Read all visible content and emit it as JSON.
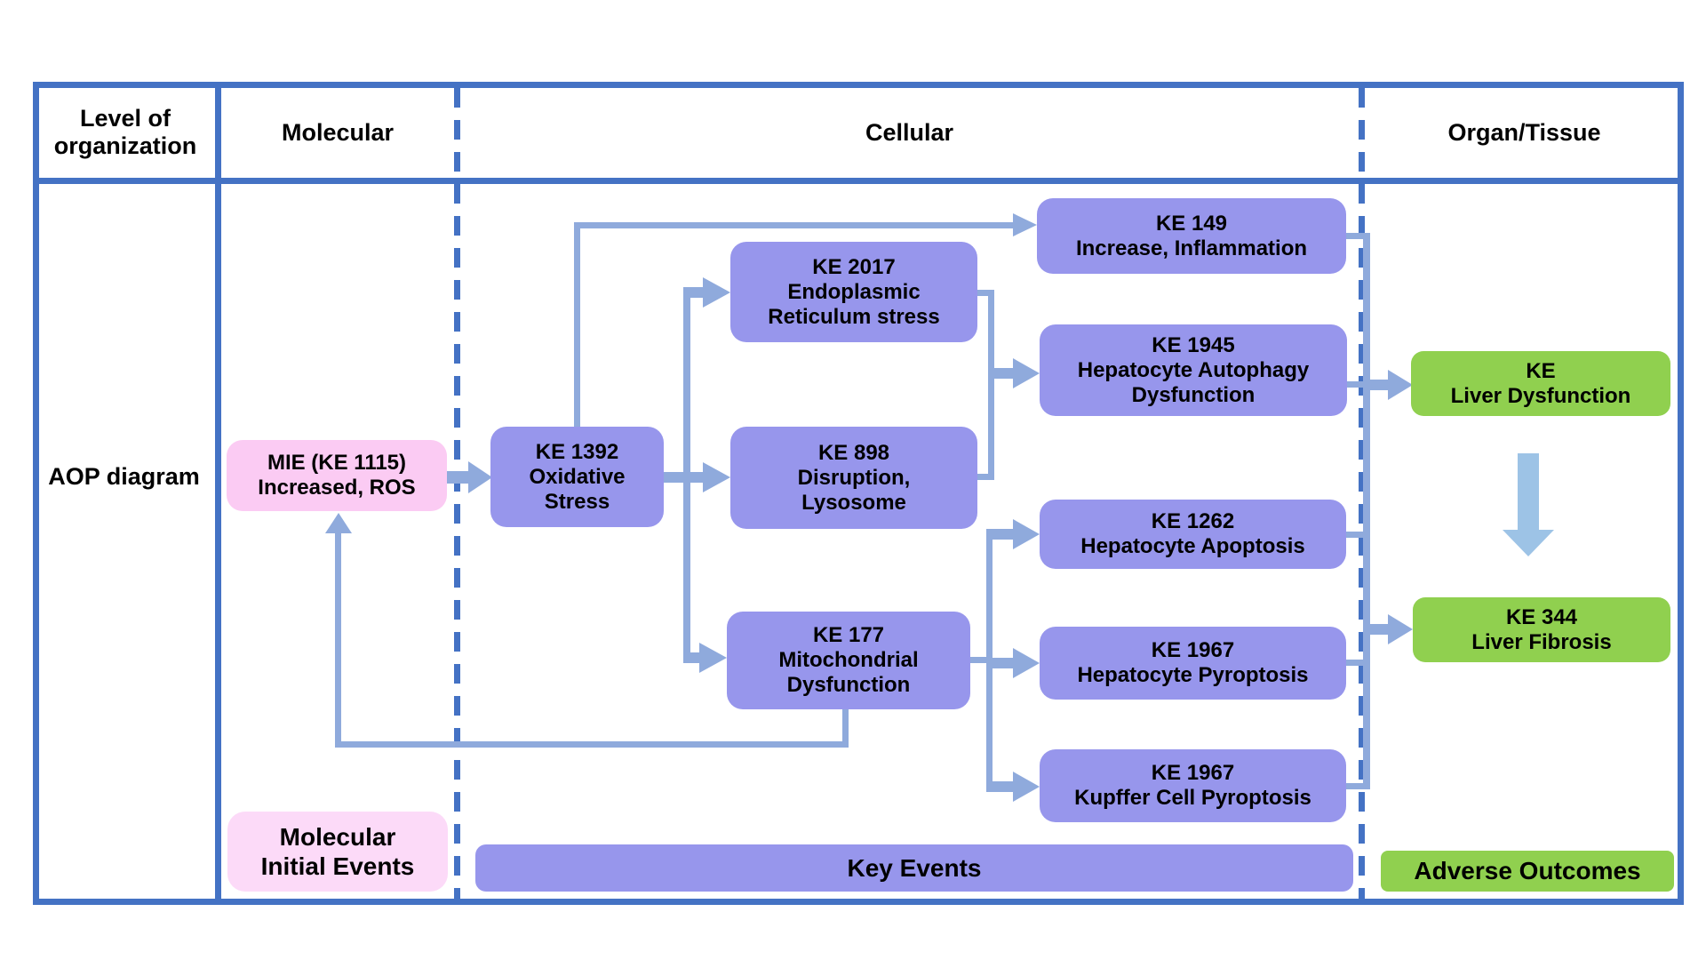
{
  "header": {
    "col1": "Level of organization",
    "col2": "Molecular",
    "col3": "Cellular",
    "col4": "Organ/Tissue"
  },
  "row_label": "AOP diagram",
  "nodes": {
    "mie": {
      "lines": [
        "MIE (KE 1115)",
        "Increased, ROS"
      ]
    },
    "ke1392": {
      "lines": [
        "KE 1392",
        "Oxidative",
        "Stress"
      ]
    },
    "ke2017": {
      "lines": [
        "KE 2017",
        "Endoplasmic",
        "Reticulum stress"
      ]
    },
    "ke898": {
      "lines": [
        "KE 898",
        "Disruption,",
        "Lysosome"
      ]
    },
    "ke177": {
      "lines": [
        "KE 177",
        "Mitochondrial",
        "Dysfunction"
      ]
    },
    "ke149": {
      "lines": [
        "KE 149",
        "Increase, Inflammation"
      ]
    },
    "ke1945": {
      "lines": [
        "KE 1945",
        "Hepatocyte Autophagy",
        "Dysfunction"
      ]
    },
    "ke1262": {
      "lines": [
        "KE 1262",
        "Hepatocyte Apoptosis"
      ]
    },
    "ke1967_hepatocyte": {
      "lines": [
        "KE 1967",
        "Hepatocyte Pyroptosis"
      ]
    },
    "ke1967_kupffer": {
      "lines": [
        "KE 1967",
        "Kupffer Cell Pyroptosis"
      ]
    },
    "liver_dysfunction": {
      "lines": [
        "KE",
        "Liver Dysfunction"
      ]
    },
    "liver_fibrosis": {
      "lines": [
        "KE 344",
        "Liver Fibrosis"
      ]
    }
  },
  "legend": {
    "molecular_initial_events": {
      "lines": [
        "Molecular",
        "Initial Events"
      ]
    },
    "key_events": "Key Events",
    "adverse_outcomes": "Adverse Outcomes"
  },
  "colors": {
    "table_border": "#4472C4",
    "node_purple": "#9796EC",
    "node_pink": "#FBCBF3",
    "legend_pink": "#FCDAF8",
    "node_green": "#90D04F",
    "connector": "#8FAADC",
    "big_arrow": "#9DC3E6",
    "text": "#000000"
  }
}
